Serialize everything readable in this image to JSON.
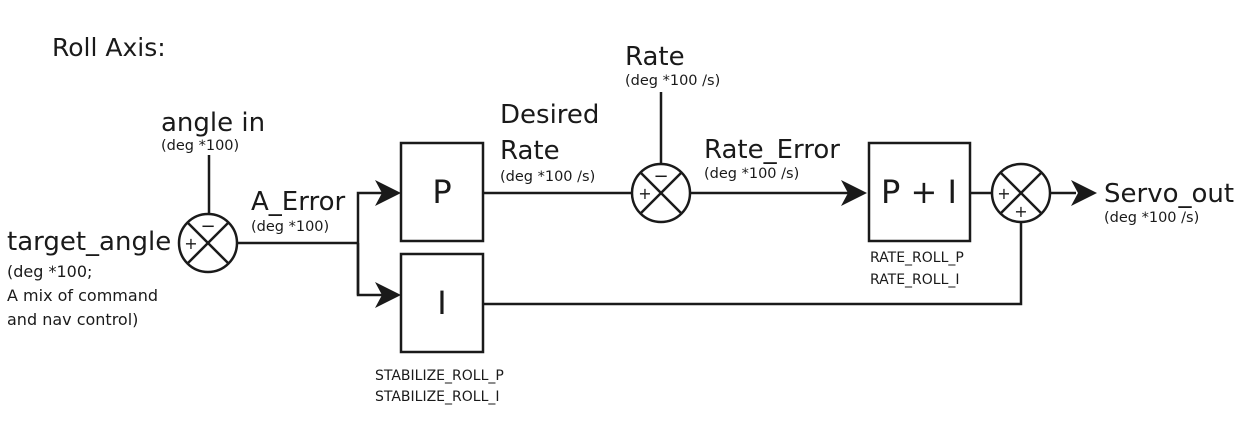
{
  "title": "Roll Axis:",
  "inputs": {
    "target_angle": {
      "name": "target_angle",
      "unit": "(deg *100;",
      "note_line1": "A mix of command",
      "note_line2": "and nav control)"
    },
    "angle_in": {
      "name": "angle in",
      "unit": "(deg *100)"
    },
    "rate": {
      "name": "Rate",
      "unit": "(deg *100 /s)"
    }
  },
  "signals": {
    "a_error": {
      "name": "A_Error",
      "unit": "(deg *100)"
    },
    "desired_rate": {
      "name_line1": "Desired",
      "name_line2": "Rate",
      "unit": "(deg *100 /s)"
    },
    "rate_error": {
      "name": "Rate_Error",
      "unit": "(deg *100 /s)"
    },
    "servo_out": {
      "name": "Servo_out",
      "unit": "(deg *100 /s)"
    }
  },
  "blocks": {
    "p": "P",
    "i": "I",
    "pi": "P + I"
  },
  "params": {
    "stabilize_p": "STABILIZE_ROLL_P",
    "stabilize_i": "STABILIZE_ROLL_I",
    "rate_p": "RATE_ROLL_P",
    "rate_i": "RATE_ROLL_I"
  },
  "signs": {
    "plus": "+",
    "minus": "−"
  }
}
